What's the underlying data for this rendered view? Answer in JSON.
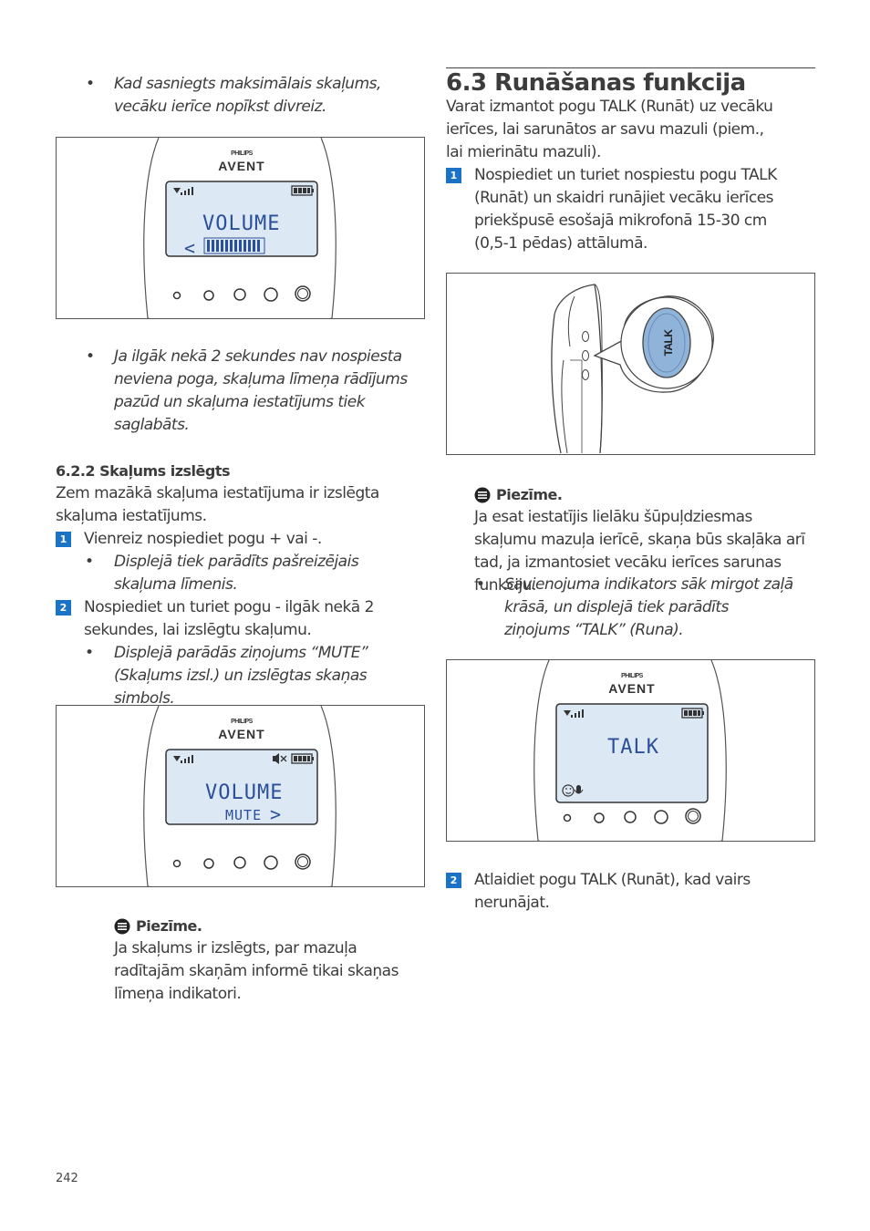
{
  "page_number": "242",
  "left": {
    "bullet_max_volume": "Kad sasniegts maksimālais skaļums, vecāku ierīce nopīkst divreiz.",
    "figure1": {
      "brand_top": "PHILIPS",
      "brand_main": "AVENT",
      "lcd_line1": "VOLUME",
      "lcd_arrow": "<"
    },
    "bullet_no_press": "Ja ilgāk nekā 2 sekundes nav nospiesta neviena poga, skaļuma līmeņa rādījums pazūd un skaļuma iestatījums tiek saglabāts.",
    "section_622_title": "6.2.2 Skaļums izslēgts",
    "section_622_intro": "Zem mazākā skaļuma iestatījuma ir izslēgta skaļuma iestatījums.",
    "steps": [
      {
        "num": "1",
        "text": "Vienreiz nospiediet pogu + vai -."
      },
      {
        "num": "2",
        "text": "Nospiediet un turiet pogu - ilgāk nekā 2 sekundes, lai izslēgtu skaļumu."
      }
    ],
    "bullet_step1": "Displejā tiek parādīts pašreizējais skaļuma līmenis.",
    "bullet_step2": "Displejā parādās ziņojums “MUTE” (Skaļums izsl.) un izslēgtas skaņas simbols.",
    "figure2": {
      "brand_top": "PHILIPS",
      "brand_main": "AVENT",
      "lcd_line1": "VOLUME",
      "lcd_line2": "MUTE",
      "lcd_arrow": ">"
    },
    "note": {
      "title": "Piezīme.",
      "text": "Ja skaļums ir izslēgts, par mazuļa radītajām skaņām informē tikai skaņas līmeņa indikatori."
    }
  },
  "right": {
    "section_63_title": "6.3 Runāšanas funkcija",
    "intro": "Varat izmantot pogu TALK (Runāt) uz vecāku ierīces, lai sarunātos ar savu mazuli (piem., lai mierinātu mazuli).",
    "steps": [
      {
        "num": "1",
        "text": "Nospiediet un turiet nospiestu pogu TALK (Runāt) un skaidri runājiet vecāku ierīces priekšpusē esošajā mikrofonā 15-30 cm (0,5-1 pēdas) attālumā."
      },
      {
        "num": "2",
        "text": "Atlaidiet pogu TALK (Runāt), kad vairs nerunājat."
      }
    ],
    "figure3": {
      "talk_label": "TALK"
    },
    "note": {
      "title": "Piezīme.",
      "text": "Ja esat iestatījis lielāku šūpuļdziesmas skaļumu mazuļa ierīcē, skaņa būs skaļāka arī tad, ja izmantosiet vecāku ierīces sarunas funkciju."
    },
    "bullet_note": "Savienojuma indikators sāk mirgot zaļā krāsā, un displejā tiek parādīts ziņojums “TALK” (Runa).",
    "figure4": {
      "brand_top": "PHILIPS",
      "brand_main": "AVENT",
      "lcd_line1": "TALK"
    }
  },
  "colors": {
    "step_badge": "#1a73c6",
    "lcd_background": "#dce8f3",
    "lcd_text": "#2b4f9a",
    "talk_button": "#8fb3d9"
  }
}
